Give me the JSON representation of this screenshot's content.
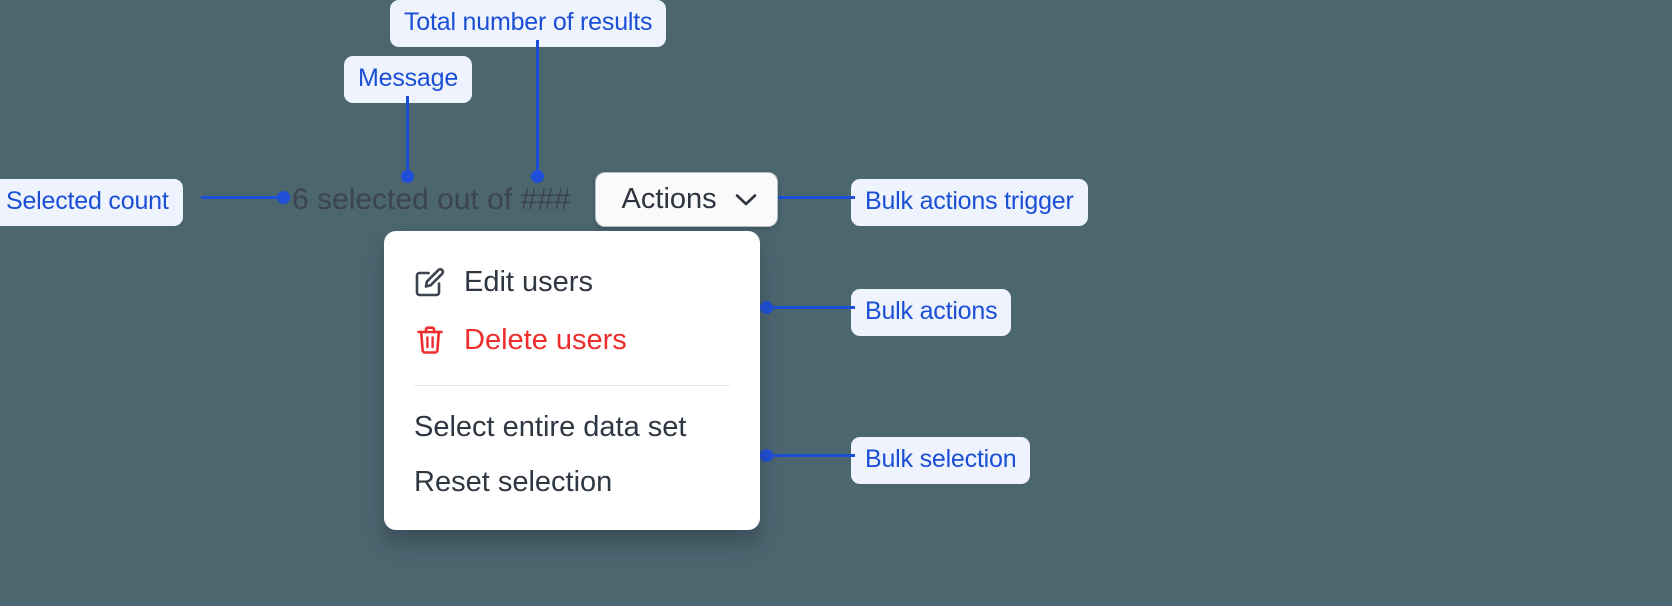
{
  "canvas": {
    "background_color": "#4c6670",
    "annotation_color": "#1a4fd6",
    "annotation_pill_bg": "#eef3fd"
  },
  "toolbar": {
    "selected_text": "6 selected out of ###",
    "selected_count": "6",
    "total_results_placeholder": "###",
    "actions_button_label": "Actions",
    "chevron_icon": "chevron-down-icon"
  },
  "menu": {
    "items": [
      {
        "label": "Edit users",
        "icon": "edit-pencil-square-icon",
        "tone": "default"
      },
      {
        "label": "Delete users",
        "icon": "trash-icon",
        "tone": "danger"
      },
      {
        "label": "Select entire data set",
        "icon": "",
        "tone": "default"
      },
      {
        "label": "Reset selection",
        "icon": "",
        "tone": "default"
      }
    ]
  },
  "annotations": [
    {
      "id": "total-number-of-results",
      "label": "Total number of results"
    },
    {
      "id": "message",
      "label": "Message"
    },
    {
      "id": "selected-count",
      "label": "Selected count"
    },
    {
      "id": "bulk-actions-trigger",
      "label": "Bulk actions trigger"
    },
    {
      "id": "bulk-actions",
      "label": "Bulk actions"
    },
    {
      "id": "bulk-selection",
      "label": "Bulk selection"
    }
  ],
  "colors": {
    "danger": "#ee2d2d",
    "text": "#2f3742",
    "muted_text": "#3c4450",
    "menu_bg": "#ffffff",
    "button_bg": "#fafafa"
  }
}
